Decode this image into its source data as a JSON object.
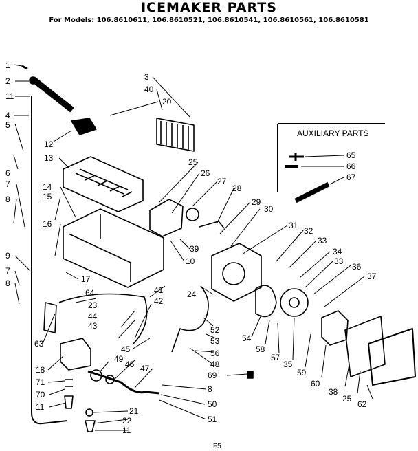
{
  "title": "ICEMAKER PARTS",
  "subtitle": "For Models: 106.8610611, 106.8610521, 106.8610541, 106.8610561, 106.8610581",
  "aux_title": "AUXILIARY PARTS",
  "footer": "F5",
  "callouts": {
    "c1": "1",
    "c2": "2",
    "c11a": "11",
    "c4": "4",
    "c5": "5",
    "c6": "6",
    "c7a": "7",
    "c8a": "8",
    "c9": "9",
    "c7b": "7",
    "c8b": "8",
    "c12": "12",
    "c13": "13",
    "c14": "14",
    "c15": "15",
    "c16": "16",
    "c17": "17",
    "c20": "20",
    "c3": "3",
    "c40": "40",
    "c25a": "25",
    "c26": "26",
    "c27": "27",
    "c28": "28",
    "c29": "29",
    "c30": "30",
    "c39": "39",
    "c10": "10",
    "c31": "31",
    "c32": "32",
    "c33a": "33",
    "c34": "34",
    "c33b": "33",
    "c36": "36",
    "c37": "37",
    "c64": "64",
    "c23": "23",
    "c44": "44",
    "c43": "43",
    "c63": "63",
    "c41": "41",
    "c42": "42",
    "c24": "24",
    "c45": "45",
    "c49": "49",
    "c46": "46",
    "c47": "47",
    "c18": "18",
    "c71": "71",
    "c70": "70",
    "c11b": "11",
    "c21": "21",
    "c22": "22",
    "c11c": "11",
    "c52": "52",
    "c53": "53",
    "c56": "56",
    "c48": "48",
    "c54": "54",
    "c58": "58",
    "c57": "57",
    "c35": "35",
    "c59": "59",
    "c60": "60",
    "c38": "38",
    "c25b": "25",
    "c62": "62",
    "c69": "69",
    "c8c": "8",
    "c50": "50",
    "c51": "51",
    "c65": "65",
    "c66": "66",
    "c67": "67"
  }
}
